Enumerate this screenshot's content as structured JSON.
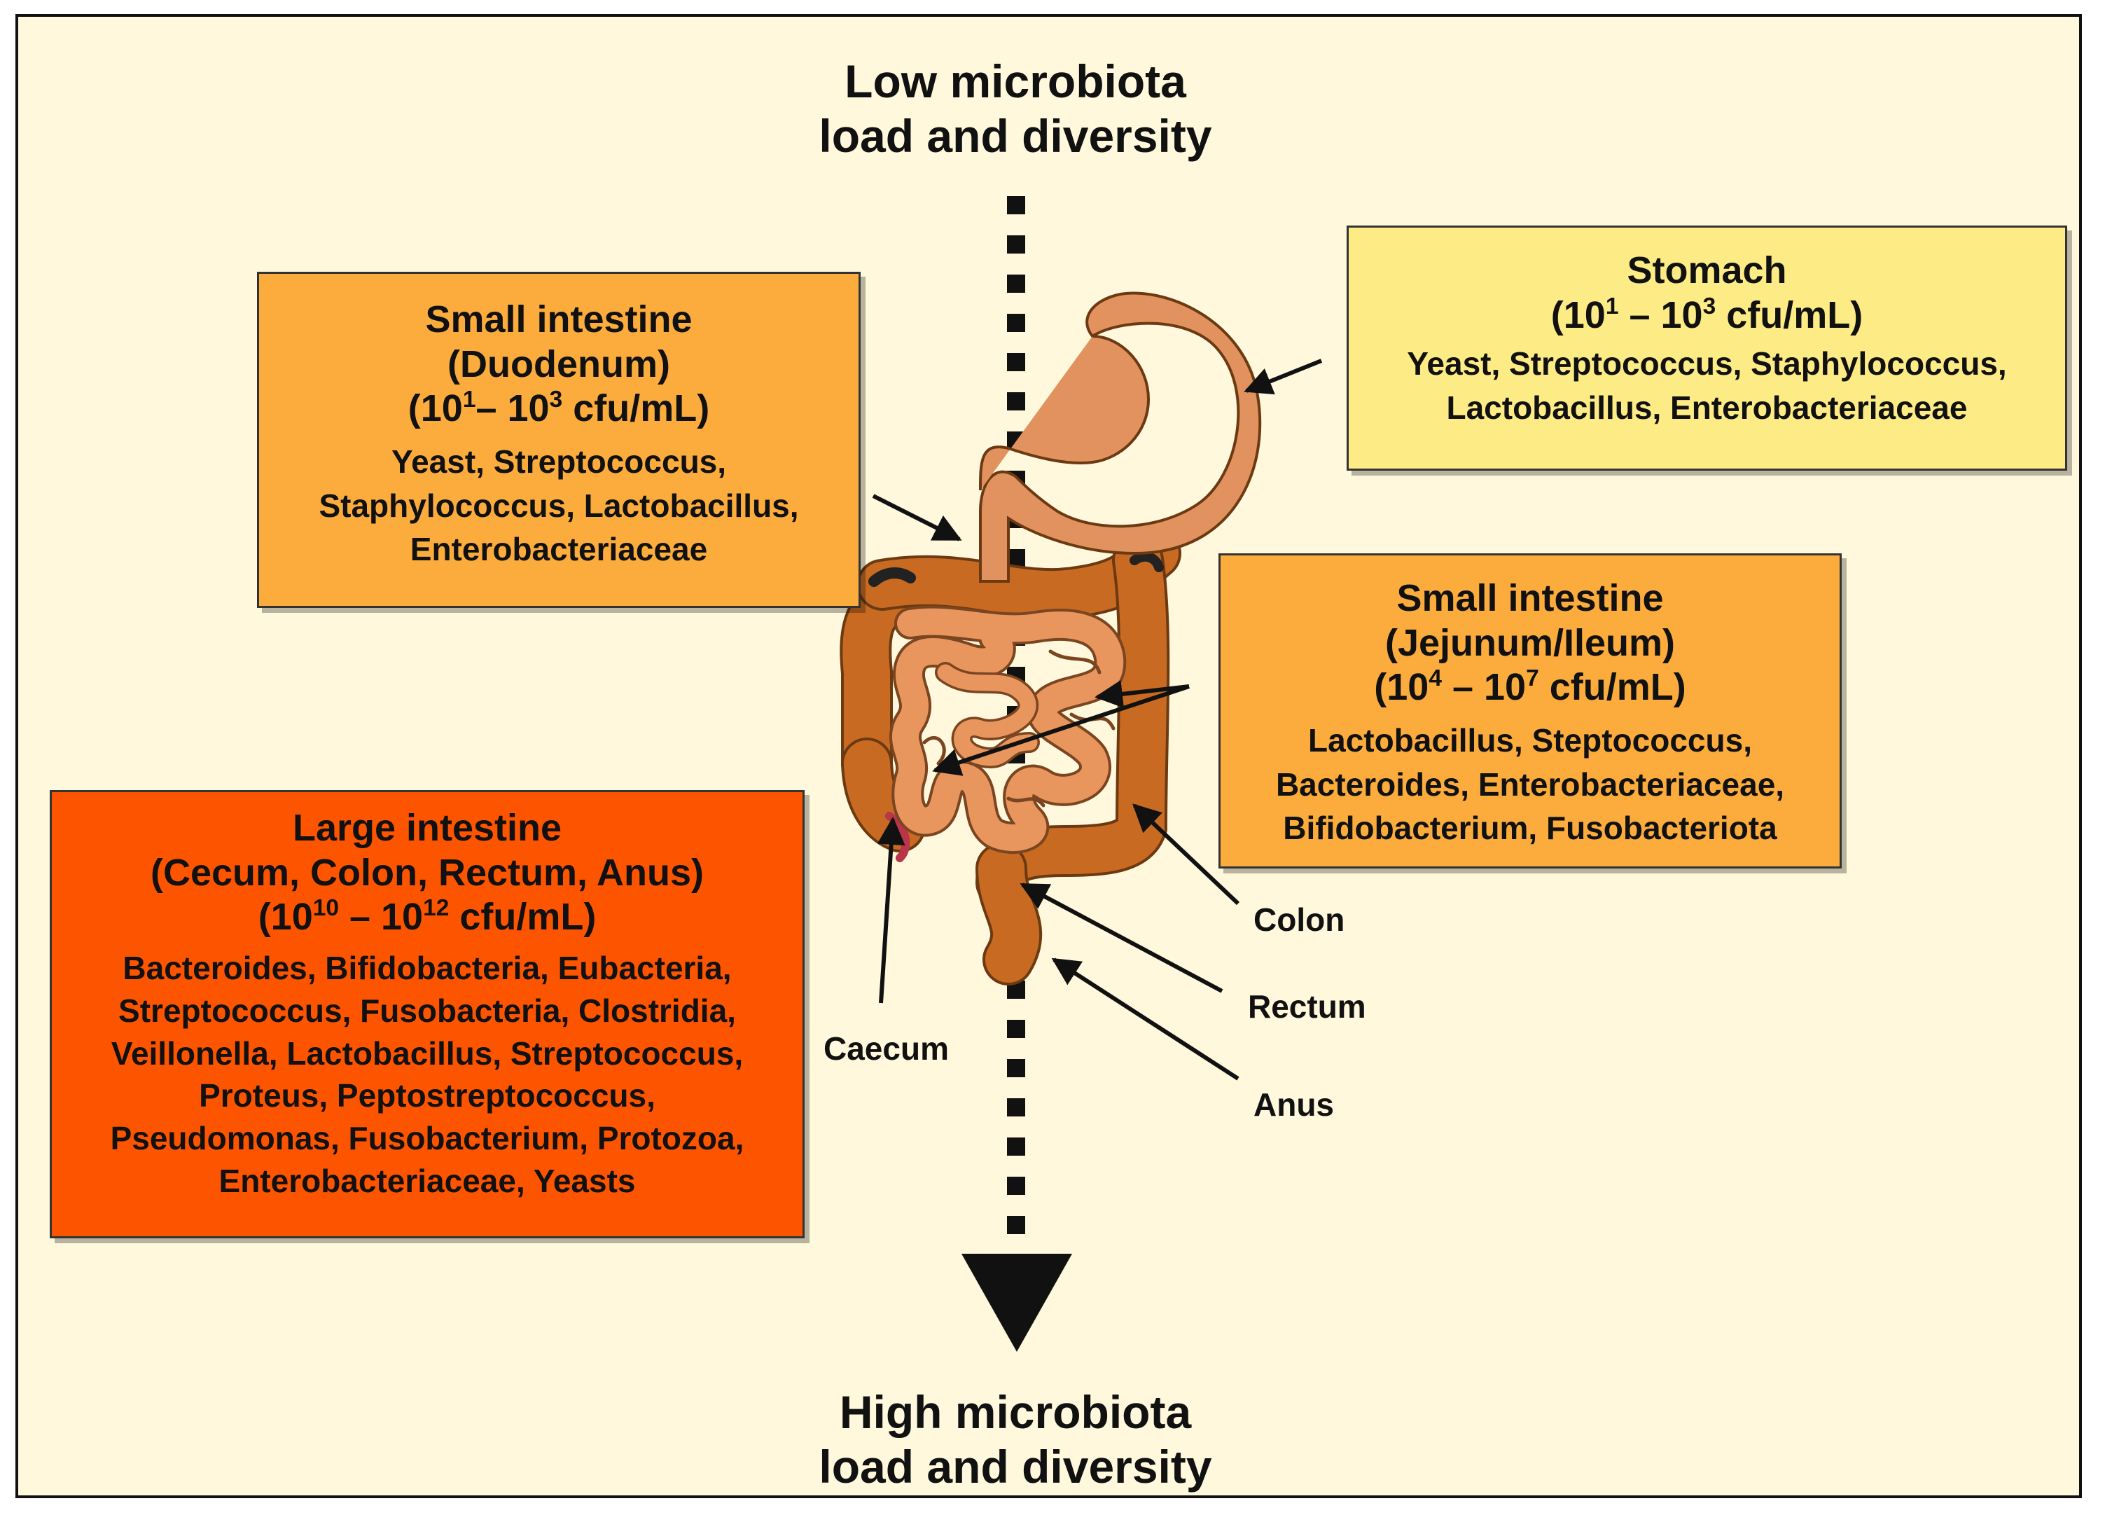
{
  "diagram": {
    "top_title": [
      "Low microbiota",
      "load and diversity"
    ],
    "bottom_title": [
      "High microbiota",
      "load and diversity"
    ],
    "boxes": {
      "stomach": {
        "title": "Stomach",
        "load": {
          "open": "(10",
          "exp1": "1",
          "mid": " – 10",
          "exp2": "3",
          "close": " cfu/mL)"
        },
        "organisms": [
          "Yeast, Streptococcus, Staphylococcus,",
          "Lactobacillus, Enterobacteriaceae"
        ],
        "color": "#fdeb85"
      },
      "duodenum": {
        "title": [
          "Small intestine",
          "(Duodenum)"
        ],
        "load": {
          "open": "(10",
          "exp1": "1",
          "mid": "– 10",
          "exp2": "3",
          "close": " cfu/mL)"
        },
        "organisms": [
          "Yeast, Streptococcus,",
          "Staphylococcus, Lactobacillus,",
          "Enterobacteriaceae"
        ],
        "color": "#fbac3d"
      },
      "jejunum": {
        "title": [
          "Small intestine",
          "(Jejunum/Ileum)"
        ],
        "load": {
          "open": "(10",
          "exp1": "4",
          "mid": " – 10",
          "exp2": "7",
          "close": " cfu/mL)"
        },
        "organisms": [
          "Lactobacillus, Steptococcus,",
          "Bacteroides, Enterobacteriaceae,",
          "Bifidobacterium, Fusobacteriota"
        ],
        "color": "#fbac3d"
      },
      "large": {
        "title": [
          "Large intestine",
          "(Cecum, Colon, Rectum, Anus)"
        ],
        "load": {
          "open": "(10",
          "exp1": "10",
          "mid": " – 10",
          "exp2": "12",
          "close": " cfu/mL)"
        },
        "organisms": [
          "Bacteroides, Bifidobacteria, Eubacteria,",
          "Streptococcus, Fusobacteria, Clostridia,",
          "Veillonella, Lactobacillus, Streptococcus,",
          "Proteus, Peptostreptococcus,",
          "Pseudomonas, Fusobacterium, Protozoa,",
          "Enterobacteriaceae, Yeasts"
        ],
        "color": "#fd5400"
      }
    },
    "labels": {
      "colon": "Colon",
      "rectum": "Rectum",
      "anus": "Anus",
      "caecum": "Caecum"
    },
    "colors": {
      "background": "#fff8dc",
      "stomach": "#e2925e",
      "small_intestine": "#e8965e",
      "colon": "#c96a22"
    }
  }
}
